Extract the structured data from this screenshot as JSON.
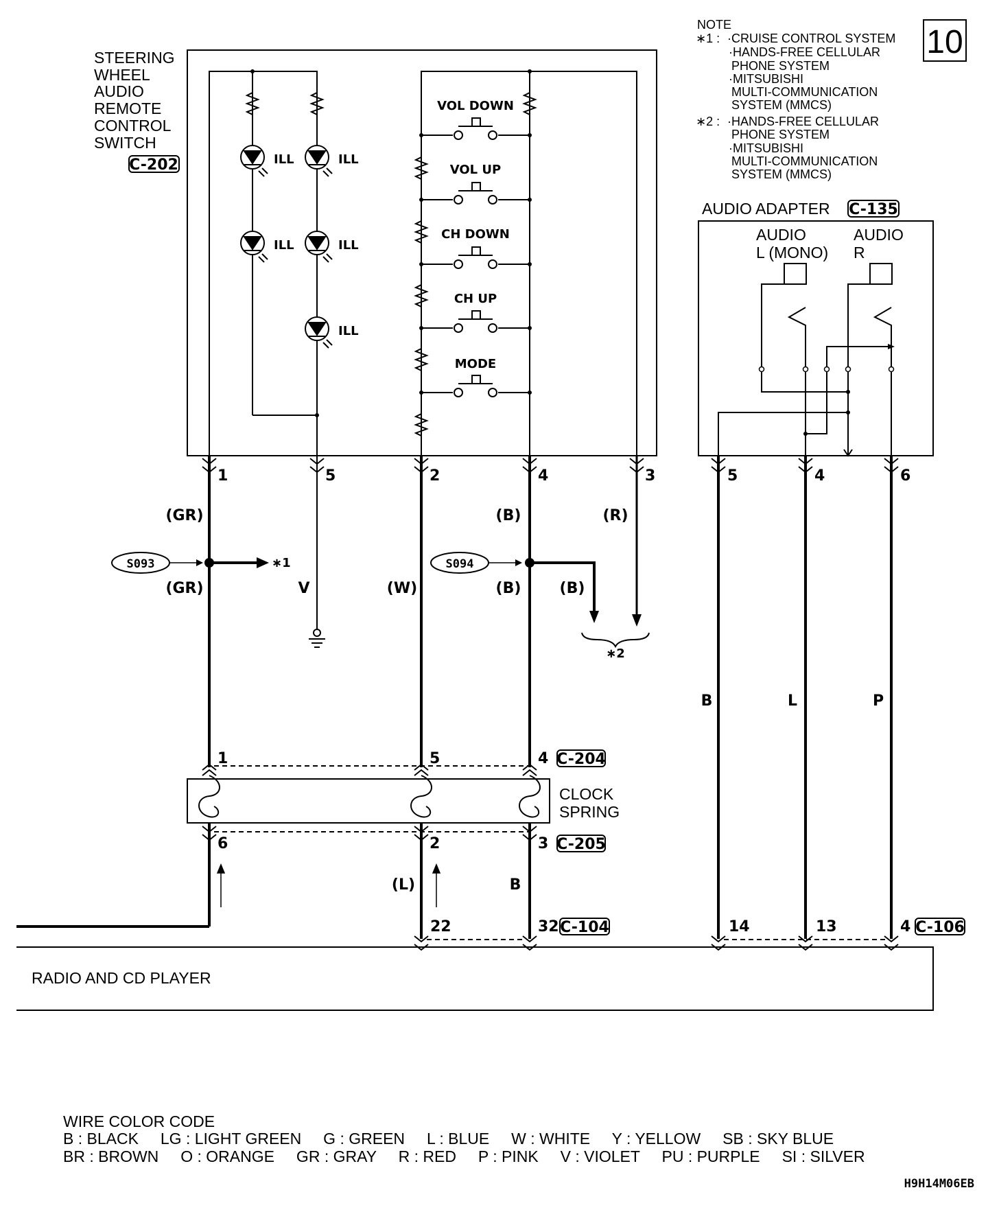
{
  "page_number": "10",
  "note": {
    "heading": "NOTE",
    "items": [
      {
        "marker": "∗1 :",
        "lines": [
          "·CRUISE CONTROL SYSTEM",
          "·HANDS-FREE CELLULAR",
          "PHONE SYSTEM",
          "·MITSUBISHI",
          "MULTI-COMMUNICATION",
          "SYSTEM (MMCS)"
        ]
      },
      {
        "marker": "∗2 :",
        "lines": [
          "·HANDS-FREE CELLULAR",
          "PHONE SYSTEM",
          "·MITSUBISHI",
          "MULTI-COMMUNICATION",
          "SYSTEM (MMCS)"
        ]
      }
    ]
  },
  "switch_block": {
    "title_lines": [
      "STEERING",
      "WHEEL",
      "AUDIO",
      "REMOTE",
      "CONTROL",
      "SWITCH"
    ],
    "connector": "C-202",
    "led_label": "ILL",
    "buttons": [
      "VOL DOWN",
      "VOL UP",
      "CH DOWN",
      "CH UP",
      "MODE"
    ],
    "pins": [
      "1",
      "5",
      "2",
      "4",
      "3"
    ]
  },
  "adapter": {
    "title": "AUDIO ADAPTER",
    "connector": "C-135",
    "left_label": [
      "AUDIO",
      "L (MONO)"
    ],
    "right_label": [
      "AUDIO",
      "R"
    ],
    "pins": [
      "5",
      "4",
      "6"
    ]
  },
  "wires": {
    "w1_upper": "(GR)",
    "w1_lower": "(GR)",
    "w5": "V",
    "w2": "(W)",
    "w4_upper": "(B)",
    "w4_lower": "(B)",
    "w4_branch": "(B)",
    "w3": "(R)",
    "adapter_w5": "B",
    "adapter_w4": "L",
    "adapter_w6": "P",
    "clock_lower_2": "(L)",
    "clock_lower_3": "B"
  },
  "splices": {
    "left": "S093",
    "right": "S094"
  },
  "refs": {
    "r1": "∗1",
    "r2": "∗2"
  },
  "clock_spring": {
    "label_lines": [
      "CLOCK",
      "SPRING"
    ],
    "top_connector": "C-204",
    "top_pins": [
      "1",
      "5",
      "4"
    ],
    "bottom_connector": "C-205",
    "bottom_pins": [
      "6",
      "2",
      "3"
    ]
  },
  "radio": {
    "label": "RADIO AND CD PLAYER",
    "connector_a": "C-104",
    "pins_a": [
      "22",
      "32"
    ],
    "connector_b": "C-106",
    "pins_b": [
      "14",
      "13",
      "4"
    ]
  },
  "legend": {
    "title": "WIRE COLOR CODE",
    "row1": "B : BLACK     LG : LIGHT GREEN     G : GREEN     L : BLUE     W : WHITE     Y : YELLOW     SB : SKY BLUE",
    "row2": "BR : BROWN     O : ORANGE     GR : GRAY     R : RED     P : PINK     V : VIOLET     PU : PURPLE     SI : SILVER"
  },
  "figure_code": "H9H14M06EB"
}
